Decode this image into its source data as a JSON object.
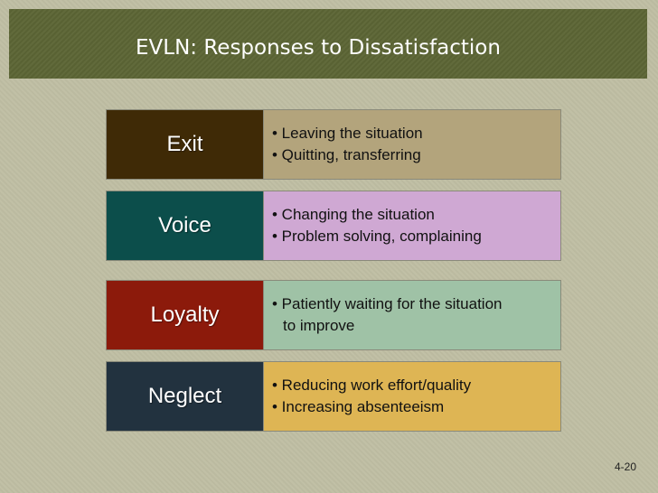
{
  "slide": {
    "title": "EVLN: Responses to Dissatisfaction",
    "page_number": "4-20"
  },
  "rows": [
    {
      "label": "Exit",
      "label_color": "#3f2a06",
      "desc_color": "#b3a47c",
      "lines": [
        "• Leaving the situation",
        "• Quitting, transferring"
      ]
    },
    {
      "label": "Voice",
      "label_color": "#0c4e4b",
      "desc_color": "#cfa8d3",
      "lines": [
        "• Changing the situation",
        "• Problem solving, complaining"
      ]
    },
    {
      "label": "Loyalty",
      "label_color": "#8c1a0b",
      "desc_color": "#9fc2a6",
      "lines": [
        "• Patiently waiting for the situation",
        "to improve"
      ]
    },
    {
      "label": "Neglect",
      "label_color": "#22323f",
      "desc_color": "#deb554",
      "lines": [
        "• Reducing work effort/quality",
        "• Increasing absenteeism"
      ]
    }
  ]
}
